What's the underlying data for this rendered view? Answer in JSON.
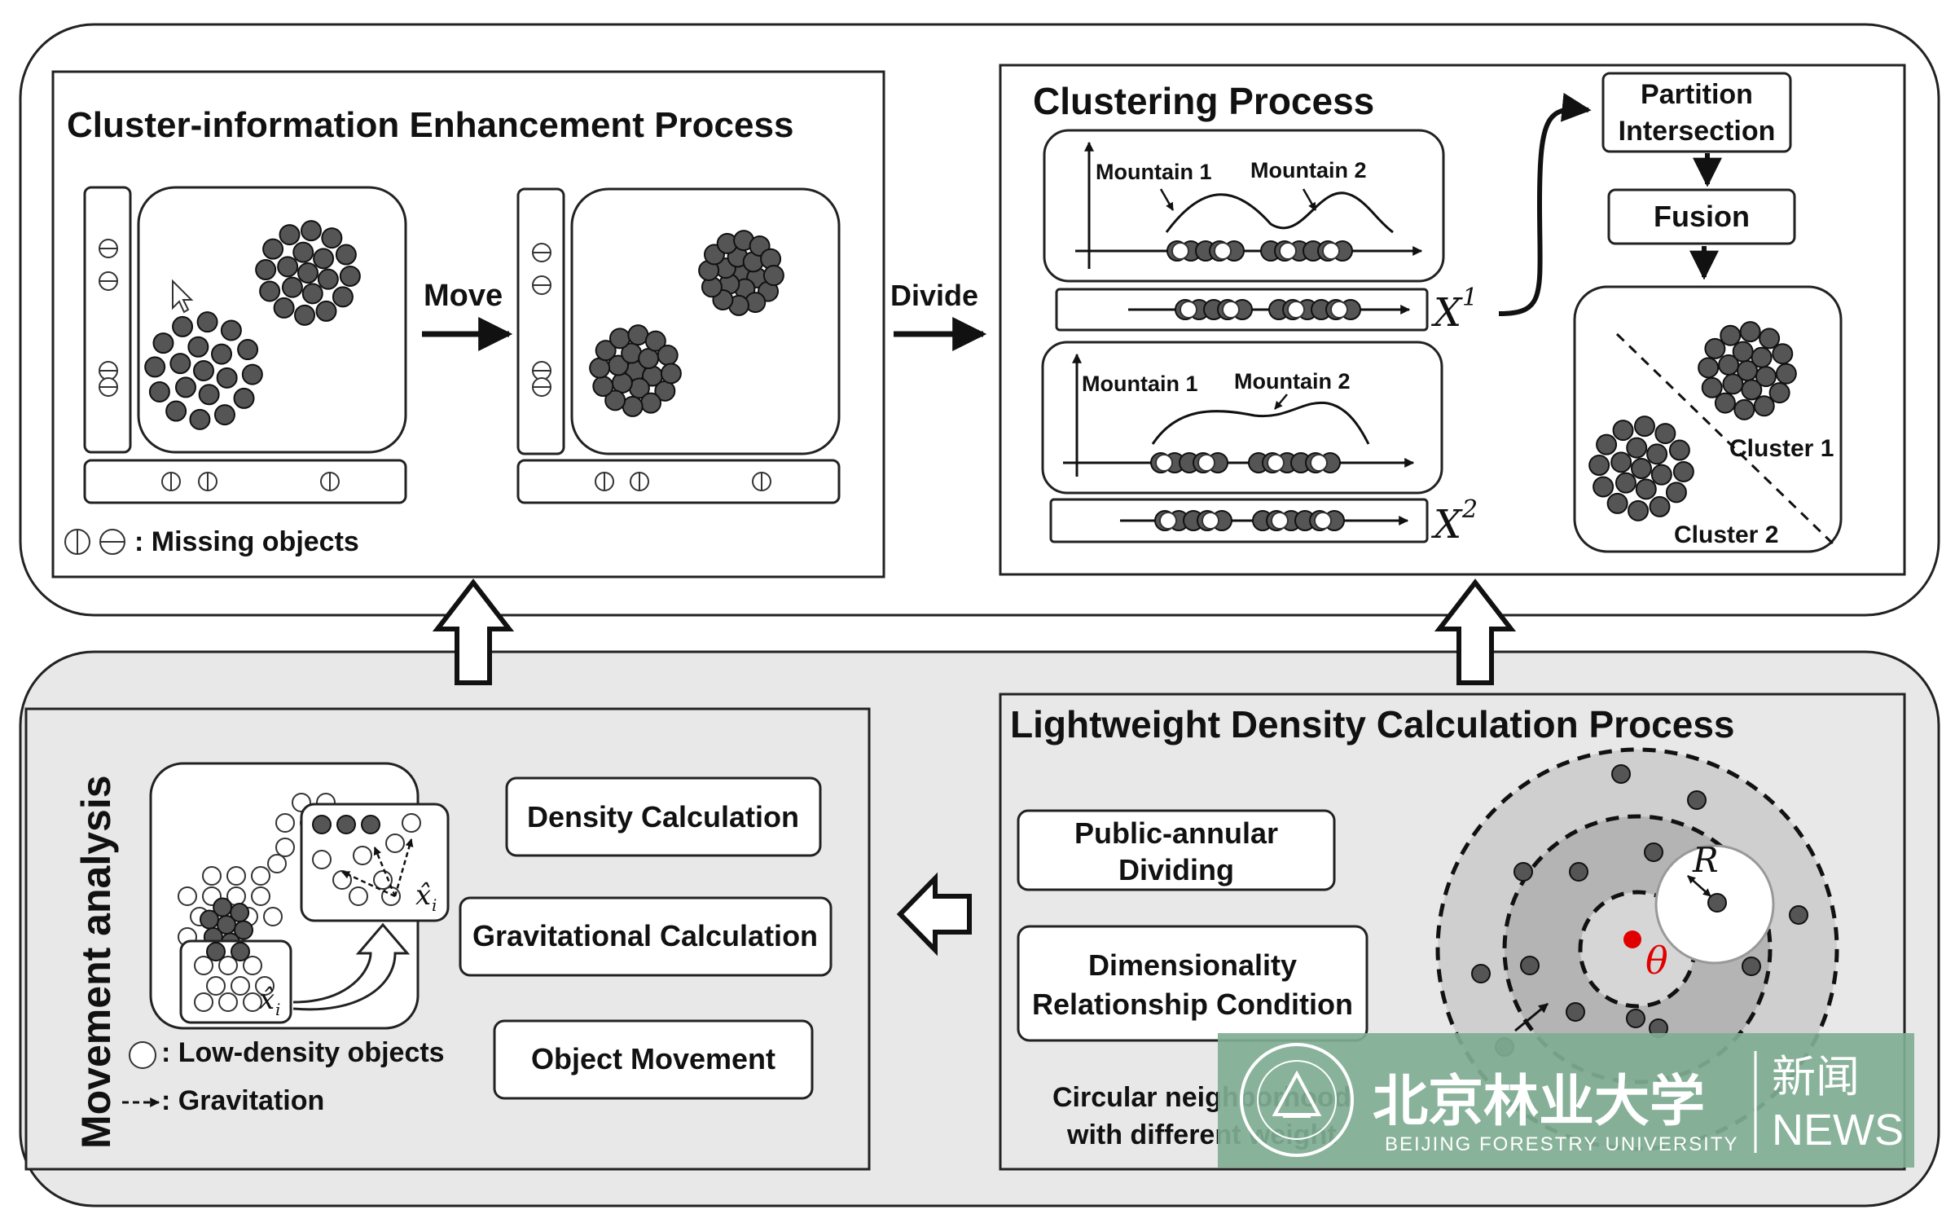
{
  "cluster_enhancement": {
    "title": "Cluster-information Enhancement Process",
    "move_label": "Move",
    "missing_legend": ":  Missing objects"
  },
  "divide_label": "Divide",
  "clustering": {
    "title": "Clustering Process",
    "mountain1": "Mountain 1",
    "mountain2": "Mountain 2",
    "x1_label": "X",
    "x1_sup": "1",
    "x2_label": "X",
    "x2_sup": "2",
    "partition_line1": "Partition",
    "partition_line2": "Intersection",
    "fusion": "Fusion",
    "cluster1": "Cluster 1",
    "cluster2": "Cluster 2"
  },
  "lightweight": {
    "title": "Lightweight Density Calculation Process",
    "public_annular_line1": "Public-annular",
    "public_annular_line2": "Dividing",
    "dimensionality_line1": "Dimensionality",
    "dimensionality_line2": "Relationship Condition",
    "circular_line1": "Circular neighborhood",
    "circular_line2": "with different weight",
    "radius_symbol": "R",
    "theta_symbol": "θ"
  },
  "movement": {
    "title": "Movement analysis",
    "density_calc": "Density Calculation",
    "gravitational_calc": "Gravitational Calculation",
    "object_movement": "Object Movement",
    "low_density_legend": ":  Low-density objects",
    "gravitation_legend": ":  Gravitation",
    "xhat_symbol": "x̂",
    "xhat_sub": "i"
  },
  "watermark": {
    "logo_text": "北京林业大学",
    "news_cn": "新闻",
    "news_en": "NEWS",
    "university": "BEIJING FORESTRY UNIVERSITY"
  },
  "colors": {
    "outer_bottom_fill": "#e8e8e8",
    "watermark_green": "#7fae92",
    "red_center": "#e00000"
  }
}
